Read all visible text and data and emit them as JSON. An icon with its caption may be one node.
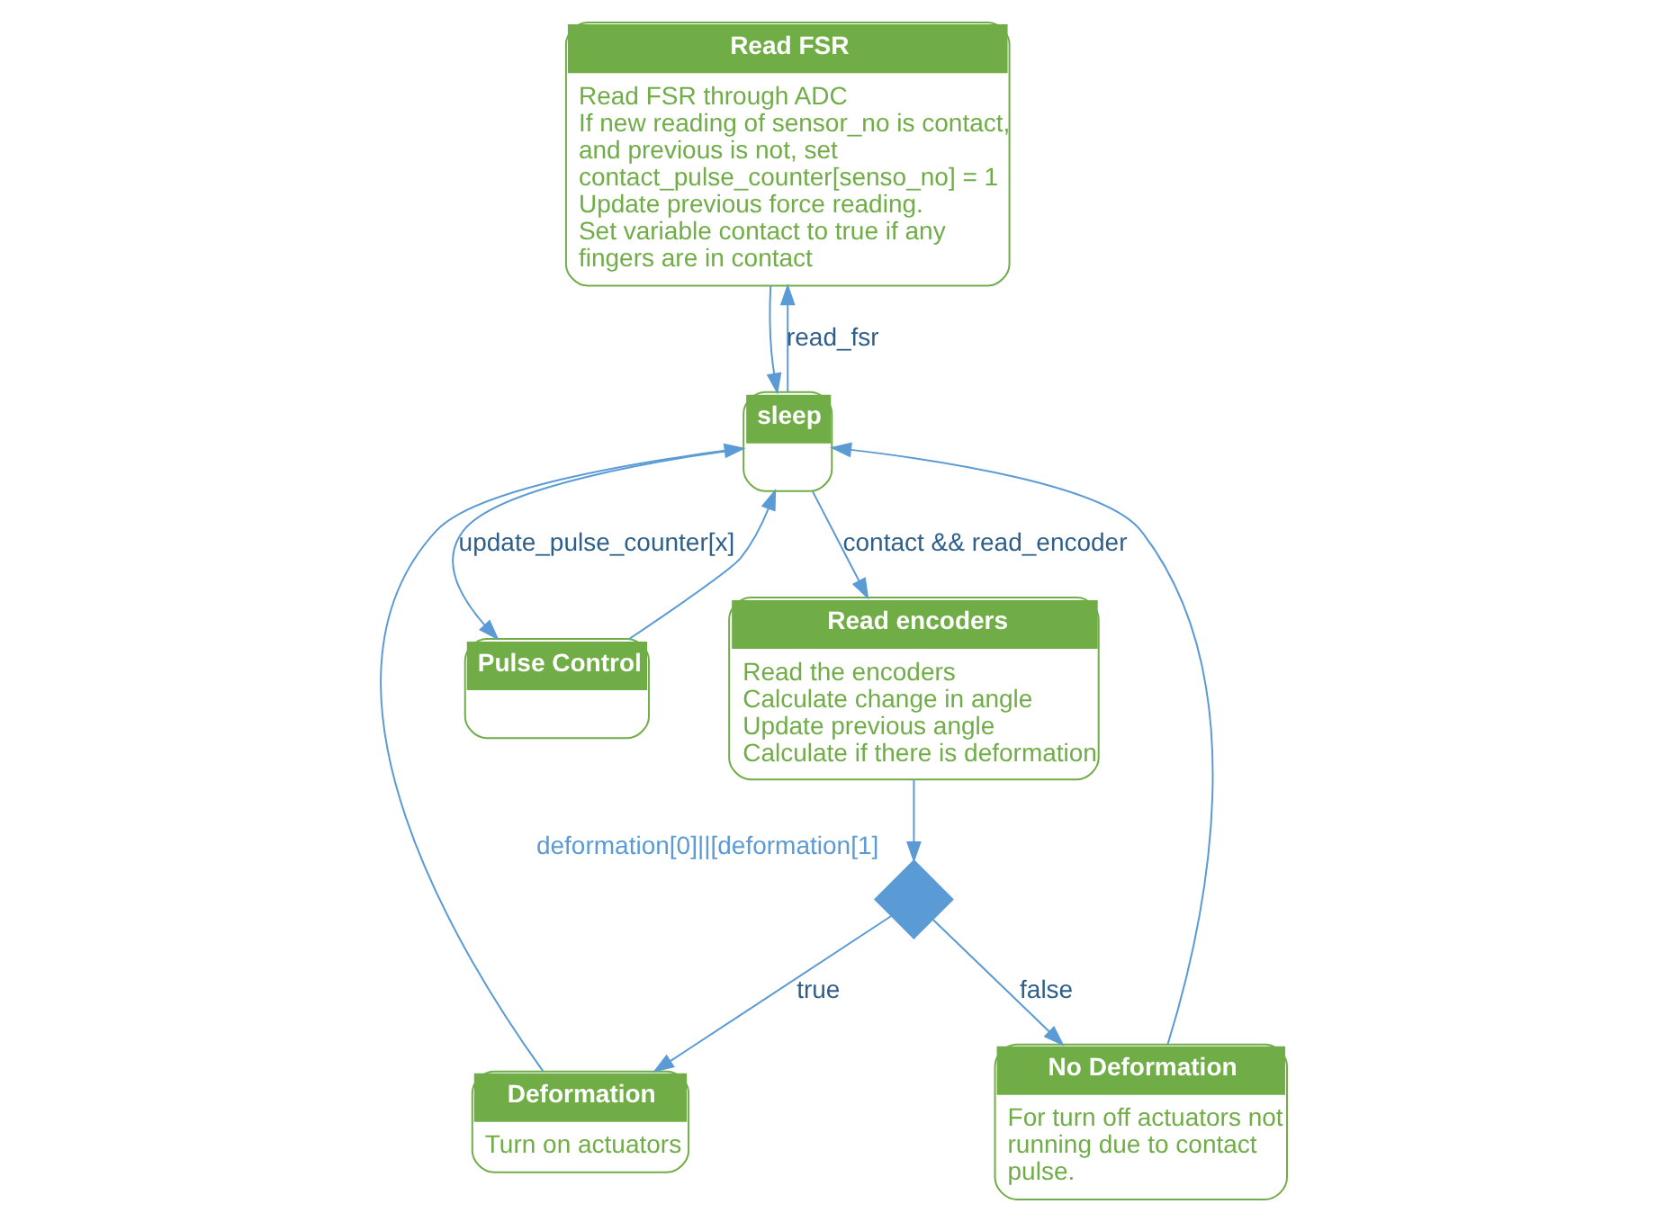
{
  "diagram": {
    "nodes": [
      {
        "text": [
          "Read FSR",
          "Read FSR through ADC",
          "If new reading of sensor_no is contact, and previous is not, set contact_pulse_counter[senso_no] = 1",
          "Update previous force reading.",
          "Set variable contact to true if any fingers are in contact"
        ]
      },
      {
        "text": [
          "Read encoders",
          "Read the encoders",
          "Calculate change in angle",
          "Update previous angle",
          "Calculate if there is deformation"
        ]
      },
      {
        "text": [],
        "shape": "diamond",
        "beside": [
          "deformation[0]||[deformation[1]"
        ]
      },
      {
        "text": [
          "sleep"
        ]
      },
      {
        "text": [
          "Deformation",
          "Turn on actuators"
        ]
      },
      {
        "text": [
          "Pulse Control"
        ]
      },
      {
        "text": [
          "No Deformation",
          "For turn off actuators not running due to contact pulse."
        ]
      }
    ],
    "edges": [
      {
        "from": 3,
        "to": 0,
        "arrow": "to",
        "label": "read_fsr"
      },
      {
        "from": 0,
        "to": 3,
        "arrow": "to"
      },
      {
        "from": 3,
        "to": 1,
        "arrow": "to",
        "label": "contact && read_encoder"
      },
      {
        "from": 1,
        "to": 2,
        "arrow": "to"
      },
      {
        "from": 2,
        "to": 4,
        "arrow": "to",
        "label": "true"
      },
      {
        "from": 2,
        "to": 6,
        "arrow": "to",
        "label": "false"
      },
      {
        "from": 4,
        "to": 3,
        "arrow": "to"
      },
      {
        "from": 6,
        "to": 3,
        "arrow": "to"
      },
      {
        "from": 3,
        "to": 5,
        "arrow": "to",
        "label": "update_pulse_counter[x]"
      },
      {
        "from": 5,
        "to": 3,
        "arrow": "to"
      }
    ]
  }
}
